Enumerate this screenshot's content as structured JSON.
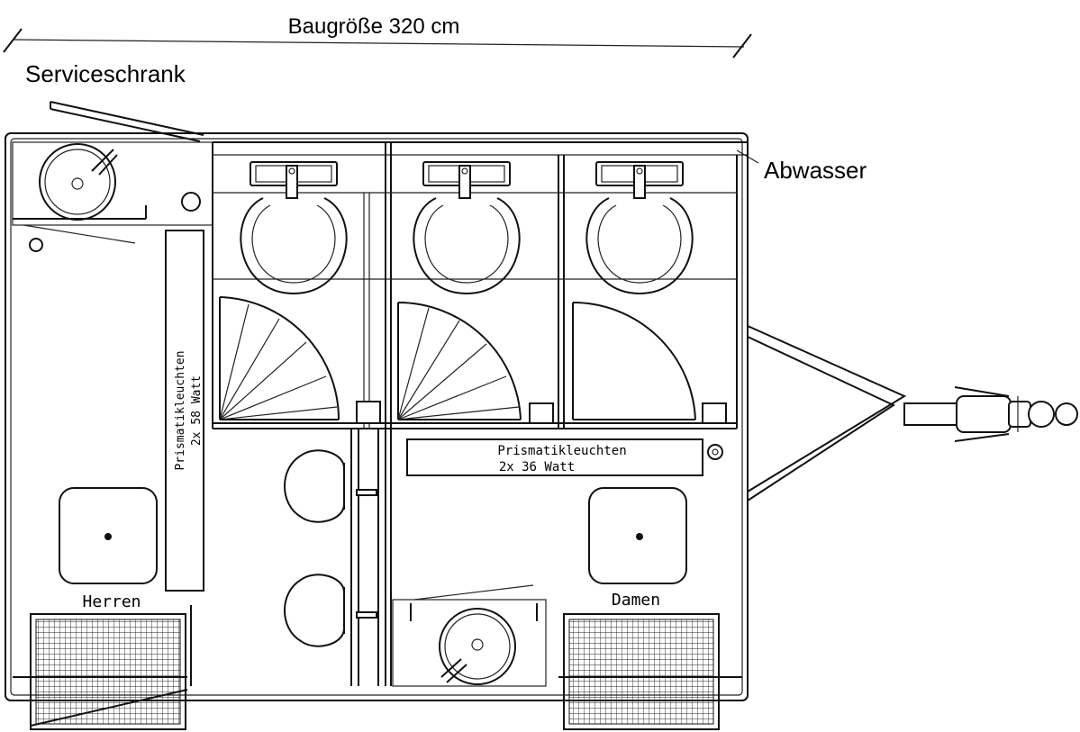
{
  "dimension_label": "Baugröße 320 cm",
  "callouts": {
    "service_cabinet": "Serviceschrank",
    "waste_water": "Abwasser"
  },
  "lights_left": {
    "line1": "Prismatikleuchten",
    "line2": "2x 58 Watt"
  },
  "lights_right": {
    "line1": "Prismatikleuchten",
    "line2": "2x 36 Watt"
  },
  "rooms": {
    "men": "Herren",
    "women": "Damen"
  }
}
